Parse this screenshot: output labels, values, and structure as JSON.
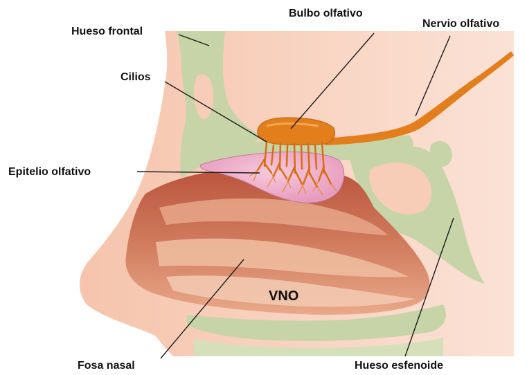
{
  "labels": {
    "hueso_frontal": "Hueso frontal",
    "bulbo_olfativo": "Bulbo olfativo",
    "nervio_olfativo": "Nervio olfativo",
    "cilios": "Cilios",
    "epitelio_olfativo": "Epitelio  olfativo",
    "vno": "VNO",
    "fosa_nasal": "Fosa nasal",
    "hueso_esfenoide": "Hueso esfenoide"
  },
  "colors": {
    "skin": "#f7cdb8",
    "skin_light": "#fbe0d2",
    "bone": "#c5d3a6",
    "cavity_dark": "#c2634a",
    "cavity_mid": "#d98a6c",
    "cavity_light": "#edb89c",
    "bulb": "#e27e1c",
    "epithelium": "#eeb0cc",
    "leader": "#1a1a1a"
  }
}
